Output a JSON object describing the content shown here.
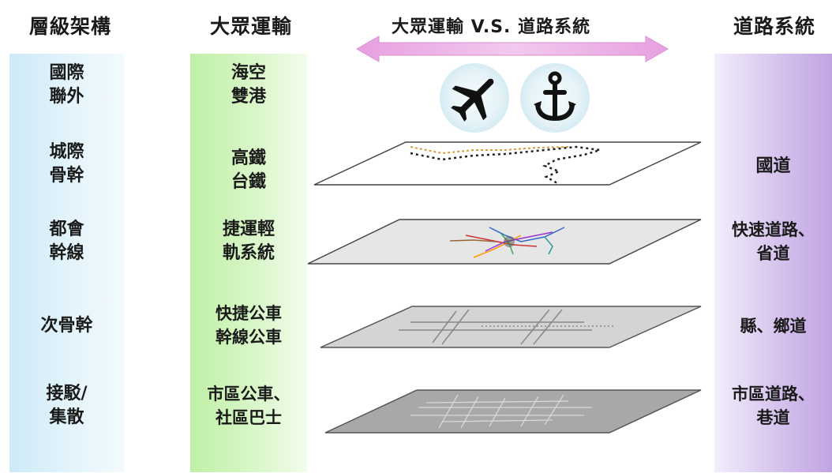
{
  "headers": {
    "hierarchy": "層級架構",
    "transit": "大眾運輸",
    "comparison": "大眾運輸 V.S. 道路系統",
    "road": "道路系統"
  },
  "hierarchy_levels": [
    [
      "國際",
      "聯外"
    ],
    [
      "城際",
      "骨幹"
    ],
    [
      "都會",
      "幹線"
    ],
    [
      "次骨幹"
    ],
    [
      "接駁/",
      "集散"
    ]
  ],
  "transit_modes": [
    [
      "海空",
      "雙港"
    ],
    [
      "高鐵",
      "台鐵"
    ],
    [
      "捷運輕",
      "軌系統"
    ],
    [
      "快捷公車",
      "幹線公車"
    ],
    [
      "市區公車、",
      "社區巴士"
    ]
  ],
  "road_types": [
    [
      "國道"
    ],
    [
      "快速道路、",
      "省道"
    ],
    [
      "縣、鄉道"
    ],
    [
      "市區道路、",
      "巷道"
    ]
  ],
  "icons": [
    "airplane-icon",
    "anchor-icon"
  ],
  "colors": {
    "hierarchy_column": "#cdeaf7",
    "transit_column": "#bff0a6",
    "road_column": "#bfa4e2",
    "arrow": "#e9a6e4",
    "plane_fill_1": "#ffffff",
    "plane_fill_2": "#e6e6e6",
    "plane_fill_3": "#d3d3d3",
    "plane_fill_4": "#bdbdbd"
  }
}
